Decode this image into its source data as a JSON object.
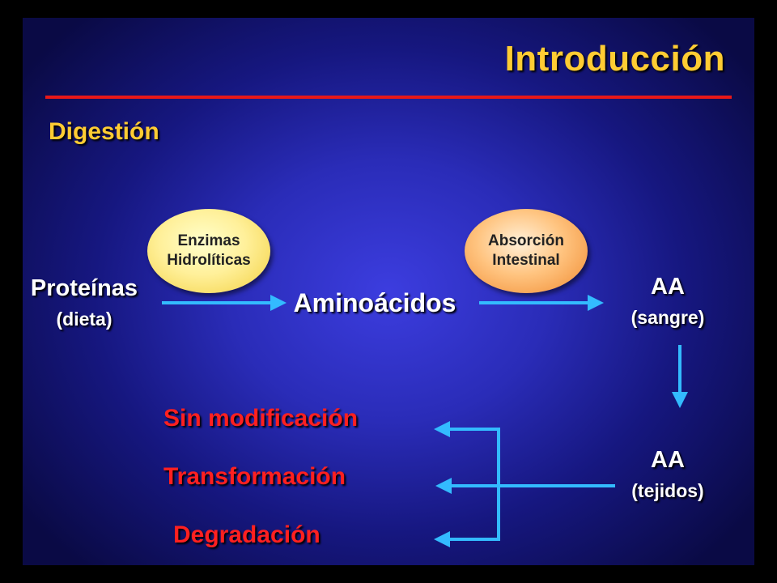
{
  "slide": {
    "title": "Introducción",
    "section": "Digestión"
  },
  "diagram": {
    "enzyme_oval": {
      "line1": "Enzimas",
      "line2": "Hidrolíticas"
    },
    "absorption_oval": {
      "line1": "Absorción",
      "line2": "Intestinal"
    },
    "proteins": {
      "main": "Proteínas",
      "sub": "(dieta)"
    },
    "amino_acids": "Aminoácidos",
    "aa_blood": {
      "main": "AA",
      "sub": "(sangre)"
    },
    "aa_tissue": {
      "main": "AA",
      "sub": "(tejidos)"
    },
    "outcomes": [
      "Sin modificación",
      "Transformación",
      "Degradación"
    ]
  },
  "colors": {
    "title": "#ffcc33",
    "rule": "#e81818",
    "arrow": "#33bbff",
    "outcome_text": "#ff2020"
  }
}
